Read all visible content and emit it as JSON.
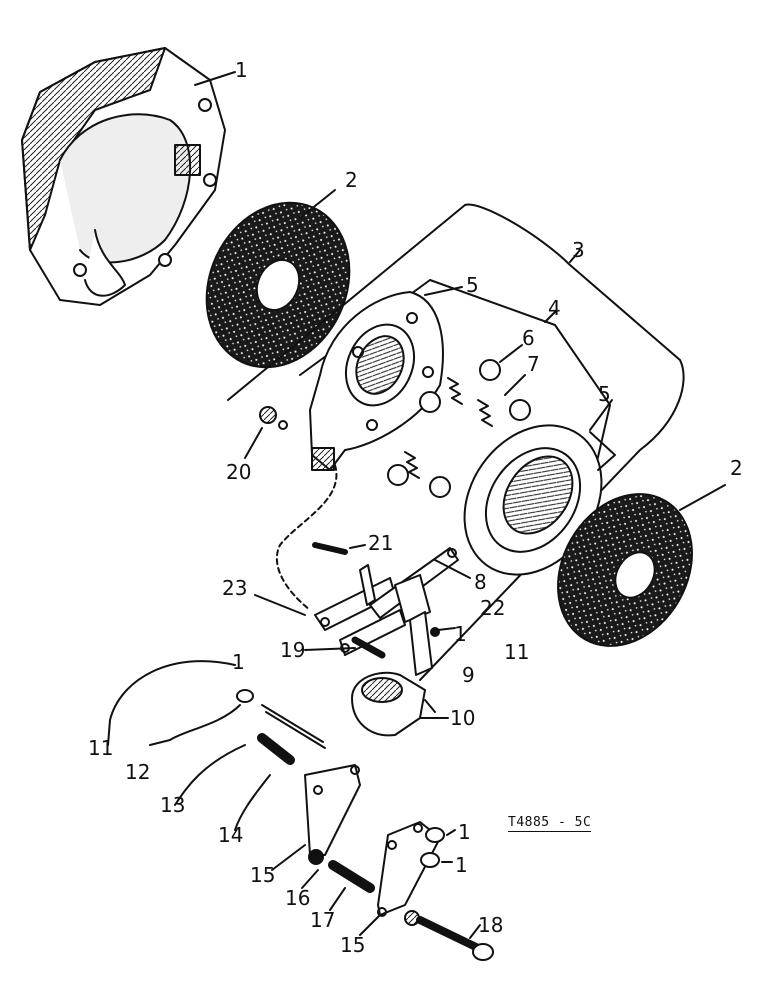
{
  "drawing_ref": "T4885 - 5C",
  "callouts": {
    "c1a": "1",
    "c2a": "2",
    "c3": "3",
    "c4": "4",
    "c5a": "5",
    "c5b": "5",
    "c6": "6",
    "c7": "7",
    "c2b": "2",
    "c20": "20",
    "c21": "21",
    "c8": "8",
    "c23": "23",
    "c22": "22",
    "c1b": "1",
    "c11a": "11",
    "c19": "19",
    "c9": "9",
    "c1c": "1",
    "c11b": "11",
    "c12": "12",
    "c10": "10",
    "c13": "13",
    "c14": "14",
    "c15a": "15",
    "c16": "16",
    "c17": "17",
    "c1d": "1",
    "c1e": "1",
    "c18": "18",
    "c15b": "15"
  }
}
